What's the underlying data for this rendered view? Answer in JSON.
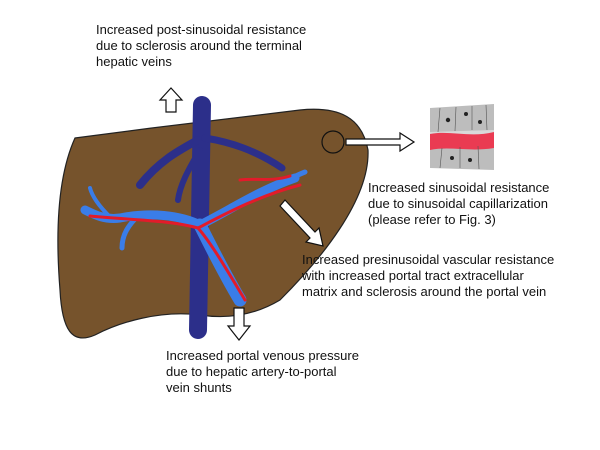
{
  "colors": {
    "liver": "#76532c",
    "hepatic_vein": "#2c2f8a",
    "portal_vein": "#3a7de8",
    "artery": "#e21b2a",
    "outline": "#222222"
  },
  "icons": [
    "arrow-up-icon",
    "arrow-right-icon",
    "arrow-diagonal-icon",
    "arrow-down-icon",
    "magnifier-circle-icon",
    "sinusoid-inset-icon"
  ],
  "annotations": {
    "post_sinusoidal": {
      "lines": [
        "Increased post-sinusoidal resistance",
        "due to sclerosis around the terminal",
        "hepatic veins"
      ]
    },
    "sinusoidal": {
      "lines": [
        "Increased sinusoidal resistance",
        "due to sinusoidal capillarization",
        "(please refer to Fig. 3)"
      ]
    },
    "presinusoidal": {
      "lines": [
        "Increased presinusoidal vascular resistance",
        "with increased portal tract extracellular",
        "matrix and sclerosis around the portal vein"
      ]
    },
    "portal_pressure": {
      "lines": [
        "Increased portal venous pressure",
        "due to hepatic artery-to-portal",
        "vein shunts"
      ]
    }
  }
}
